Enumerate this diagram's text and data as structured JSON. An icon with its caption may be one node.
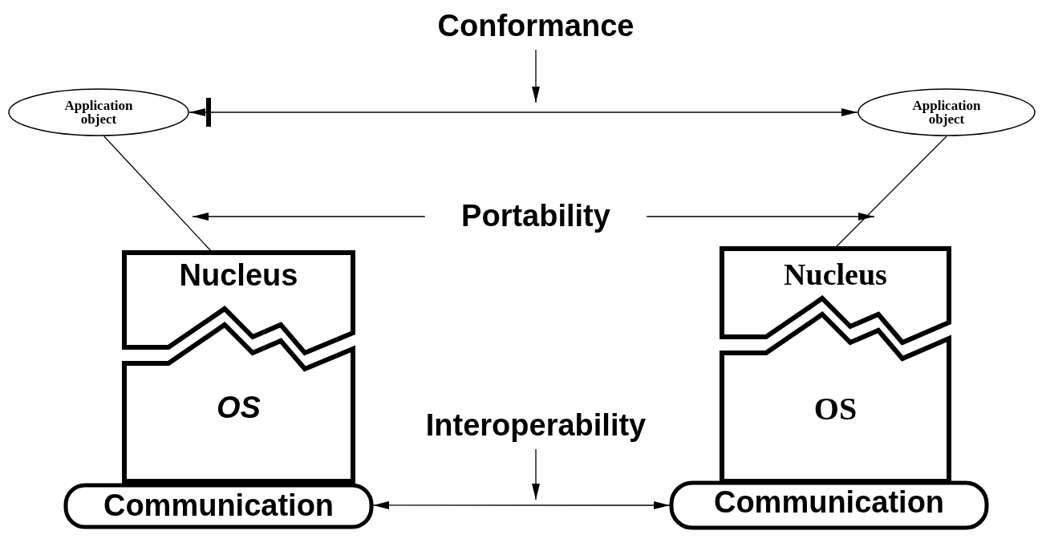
{
  "diagram": {
    "nodes": [
      {
        "text": [
          "Application object"
        ]
      },
      {
        "text": [
          "Application object"
        ]
      },
      {
        "text": [
          "Nucleus"
        ]
      },
      {
        "text": [
          "OS"
        ]
      },
      {
        "text": [
          "Communication"
        ]
      },
      {
        "text": [
          "Nucleus"
        ]
      },
      {
        "text": [
          "OS"
        ]
      },
      {
        "text": [
          "Communication"
        ]
      },
      {
        "text": [
          "Conformance"
        ]
      },
      {
        "text": [
          "Portability"
        ]
      },
      {
        "text": [
          "Interoperability"
        ]
      }
    ],
    "edges": [
      {
        "from": 0,
        "to": 1,
        "arrow": "both"
      },
      {
        "from": 0,
        "to": 2,
        "arrow": "none"
      },
      {
        "from": 1,
        "to": 5,
        "arrow": "none"
      },
      {
        "from": 4,
        "to": 7,
        "arrow": "both"
      },
      {
        "from": 8,
        "to": null,
        "arrow": "to"
      },
      {
        "from": 9,
        "to": null,
        "arrow": "to"
      },
      {
        "from": 9,
        "to": null,
        "arrow": "to"
      },
      {
        "from": 10,
        "to": null,
        "arrow": "to"
      }
    ]
  }
}
